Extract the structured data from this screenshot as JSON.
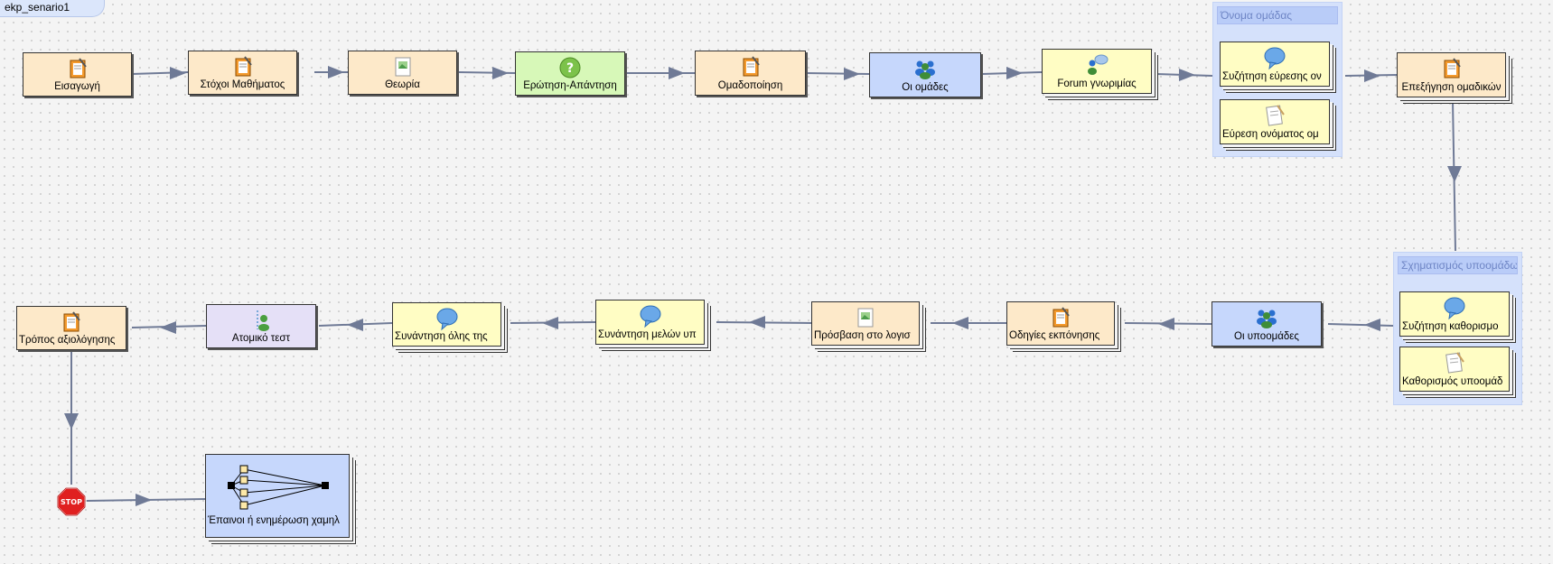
{
  "window": {
    "title": "ekp_senario1"
  },
  "activities": {
    "eisagogi": "Εισαγωγή",
    "stoxoi": "Στόχοι Μαθήματος",
    "theoria": "Θεωρία",
    "erotisi": "Ερώτηση-Απάντηση",
    "omadopoiisi": "Ομαδοποίηση",
    "oi_omades": "Οι ομάδες",
    "forum": "Forum γνωριμίας",
    "syzitisi_eyresis": "Συζήτηση εύρεσης ον",
    "eyresi_onomatos": "Εύρεση ονόματος ομ",
    "epexigisi": "Επεξήγηση ομαδικών",
    "syzitisi_kathorismou": "Συζήτηση καθορισμο",
    "kathorismos": "Καθορισμός υποομάδ",
    "oi_ypoomades": "Οι υποομάδες",
    "odigies": "Οδηγίες εκπόνησης",
    "prosvasi": "Πρόσβαση στο λογισ",
    "synantisi_melon": "Συνάντηση μελών υπ",
    "synantisi_olis": "Συνάντηση όλης της",
    "atomiko_test": "Ατομικό τεστ",
    "tropos": "Τρόπος αξιολόγησης",
    "epainoi": "Έπαινοι ή ενημέρωση χαμηλ"
  },
  "groups": {
    "onoma_omadas": "Όνομα ομάδας",
    "sxhmatismos": "Σχηματισμός υποομάδω"
  },
  "stop": {
    "label": "STOP"
  },
  "colors": {
    "orange": "#fde9c9",
    "yellow": "#fffdc4",
    "green": "#d7f8b8",
    "blue": "#c6d7fc",
    "purple": "#e5e0f7",
    "arrow": "#6f7a96"
  }
}
